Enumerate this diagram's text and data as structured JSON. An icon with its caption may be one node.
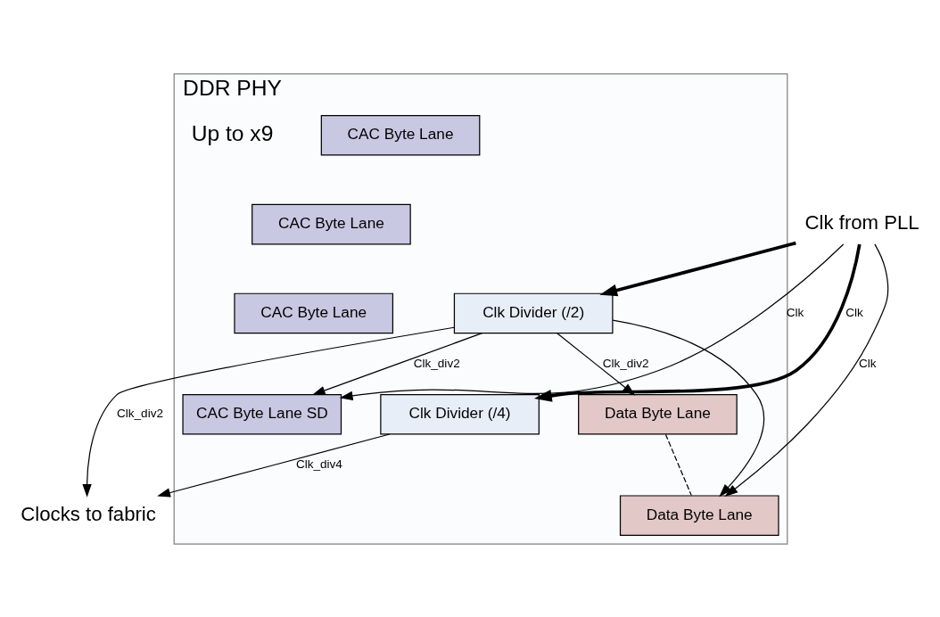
{
  "diagram": {
    "nodes": [
      {
        "text": [
          "DDR PHY"
        ]
      },
      {
        "text": [
          "Clk from PLL"
        ]
      },
      {
        "text": [
          "Data Byte Lane"
        ],
        "in": 0
      },
      {
        "text": [
          "Data Byte Lane"
        ],
        "in": 0
      },
      {
        "text": [
          "Clk Divider (/2)"
        ],
        "in": 0
      },
      {
        "text": [
          "Clk Divider (/4)"
        ],
        "in": 0
      },
      {
        "text": [
          "CAC Byte Lane"
        ],
        "in": 0
      },
      {
        "text": [
          "CAC Byte Lane"
        ],
        "in": 0
      },
      {
        "text": [
          "CAC Byte Lane"
        ],
        "in": 0
      },
      {
        "text": [
          "CAC Byte Lane SD"
        ],
        "in": 0
      },
      {
        "text": [
          "Clocks to fabric"
        ]
      }
    ],
    "edges": [
      {
        "from": 1,
        "to": 4,
        "arrow": "to",
        "style": "thick"
      },
      {
        "from": 1,
        "to": 3,
        "arrow": "to",
        "label": "Clk"
      },
      {
        "from": 1,
        "to": 9,
        "arrow": "to",
        "label": "Clk"
      },
      {
        "from": 1,
        "to": 5,
        "arrow": "to",
        "label": "Clk",
        "style": "thick"
      },
      {
        "from": 4,
        "to": 2,
        "arrow": "to",
        "label": "Clk_div2"
      },
      {
        "from": 4,
        "to": 3,
        "arrow": "to"
      },
      {
        "from": 4,
        "to": 9,
        "arrow": "to",
        "label": "Clk_div2"
      },
      {
        "from": 4,
        "to": 10,
        "arrow": "to",
        "label": "Clk_div2"
      },
      {
        "from": 5,
        "to": 10,
        "arrow": "to",
        "label": "Clk_div4"
      },
      {
        "from": 2,
        "to": 3,
        "arrow": "none",
        "style": "dashed"
      }
    ],
    "labels": [
      "Up to x9"
    ]
  }
}
